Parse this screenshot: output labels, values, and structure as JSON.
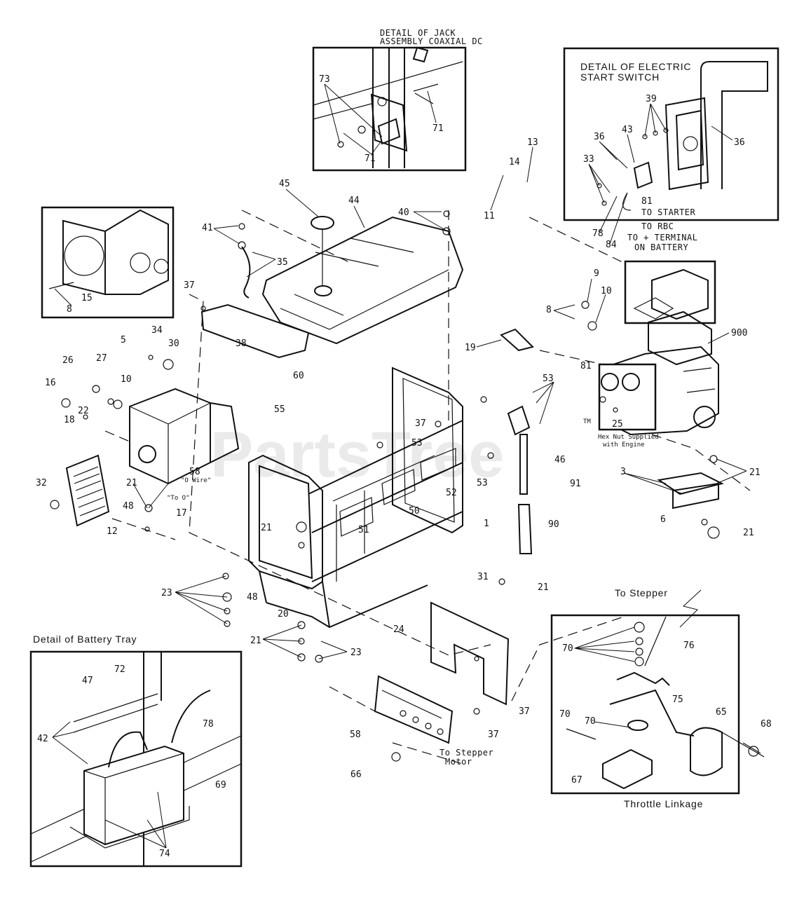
{
  "watermark": "PartsTree",
  "trademark": "TM",
  "details": {
    "jack": {
      "line1": "DETAIL OF JACK",
      "line2": "ASSEMBLY COAXIAL DC"
    },
    "electric_start": {
      "line1": "DETAIL OF ELECTRIC",
      "line2": "START SWITCH"
    },
    "battery_tray": "Detail of Battery Tray",
    "throttle": "Throttle Linkage"
  },
  "annotations": {
    "to_starter": "TO STARTER",
    "to_rbc": "TO RBC",
    "to_terminal_1": "TO + TERMINAL",
    "to_terminal_2": "ON BATTERY",
    "o_wire": "\"O Wire\"",
    "to_o": "\"To O\"",
    "to_stepper": "To Stepper",
    "to_stepper_motor_1": "To Stepper",
    "to_stepper_motor_2": "Motor",
    "hex_nut_1": "Hex Nut Supplied",
    "hex_nut_2": "with Engine"
  },
  "callouts": {
    "c73": "73",
    "c71a": "71",
    "c71b": "71",
    "c39": "39",
    "c43": "43",
    "c36a": "36",
    "c36b": "36",
    "c33": "33",
    "c81a": "81",
    "c78a": "78",
    "c84": "84",
    "c13": "13",
    "c14": "14",
    "c11": "11",
    "c45": "45",
    "c44": "44",
    "c40": "40",
    "c41": "41",
    "c35": "35",
    "c8a": "8",
    "c15": "15",
    "c37a": "37",
    "c38": "38",
    "c60": "60",
    "c9": "9",
    "c10a": "10",
    "c8b": "8",
    "c19": "19",
    "c900": "900",
    "c81b": "81",
    "c25": "25",
    "c34": "34",
    "c30": "30",
    "c5": "5",
    "c26": "26",
    "c27": "27",
    "c10b": "10",
    "c16": "16",
    "c22": "22",
    "c18": "18",
    "c32": "32",
    "c21a": "21",
    "c58a": "58",
    "c48a": "48",
    "c17": "17",
    "c12": "12",
    "c55": "55",
    "c37b": "37",
    "c53a": "53",
    "c53b": "53",
    "c53c": "53",
    "c46": "46",
    "c52": "52",
    "c50": "50",
    "c51": "51",
    "c91": "91",
    "c90": "90",
    "c3": "3",
    "c21b": "21",
    "c6": "6",
    "c21c": "21",
    "c1": "1",
    "c31": "31",
    "c21d": "21",
    "c21e": "21",
    "c23a": "23",
    "c48b": "48",
    "c20": "20",
    "c21f": "21",
    "c23b": "23",
    "c24": "24",
    "c37c": "37",
    "c58b": "58",
    "c37d": "37",
    "c66": "66",
    "c70a": "70",
    "c76": "76",
    "c75": "75",
    "c65": "65",
    "c70b": "70",
    "c70c": "70",
    "c68": "68",
    "c67": "67",
    "c47": "47",
    "c72": "72",
    "c42": "42",
    "c78b": "78",
    "c69": "69",
    "c74": "74"
  }
}
